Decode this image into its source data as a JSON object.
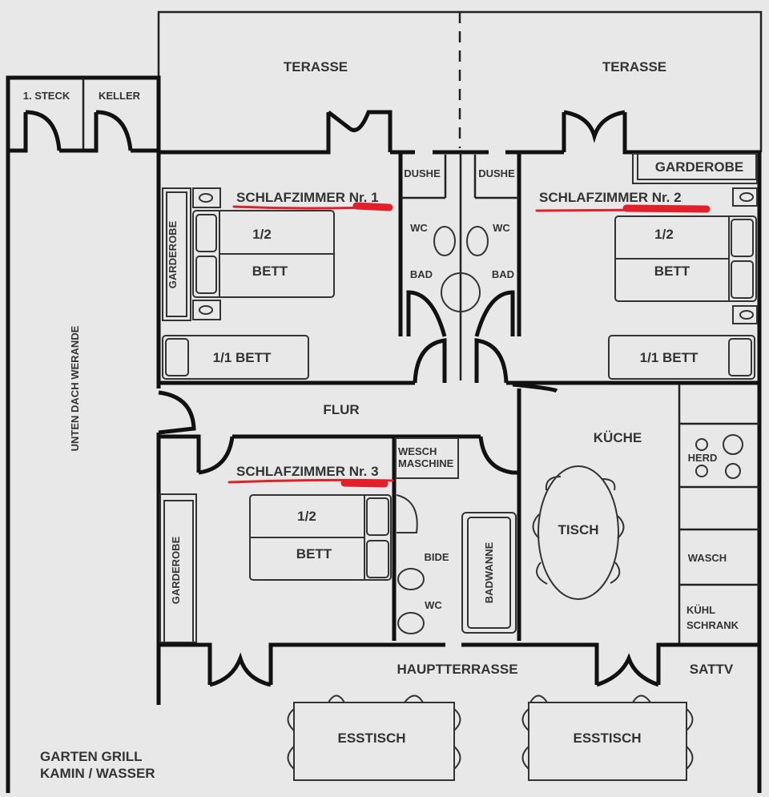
{
  "plan": {
    "terrace_left": "TERASSE",
    "terrace_right": "TERASSE",
    "first_floor": "1. STECK",
    "cellar": "KELLER",
    "veranda": "UNTEN DACH WERANDE",
    "bedroom1": {
      "title": "SCHLAFZIMMER Nr. 1",
      "wardrobe": "GARDEROBE",
      "bed_half": "1/2",
      "bed": "BETT",
      "single_bed": "1/1 BETT"
    },
    "bedroom2": {
      "title": "SCHLAFZIMMER Nr. 2",
      "wardrobe": "GARDEROBE",
      "bed_half": "1/2",
      "bed": "BETT",
      "single_bed": "1/1 BETT"
    },
    "bedroom3": {
      "title": "SCHLAFZIMMER Nr. 3",
      "wardrobe": "GARDEROBE",
      "bed_half": "1/2",
      "bed": "BETT"
    },
    "bath_left": {
      "shower": "DUSHE",
      "wc": "WC",
      "bath": "BAD"
    },
    "bath_right": {
      "shower": "DUSHE",
      "wc": "WC",
      "bath": "BAD"
    },
    "hallway": "FLUR",
    "bathroom3": {
      "washer_1": "WESCH",
      "washer_2": "MASCHINE",
      "bidet": "BIDE",
      "wc": "WC",
      "tub": "BADWANNE"
    },
    "kitchen": {
      "title": "KÜCHE",
      "table": "TISCH",
      "stove": "HERD",
      "sink": "WASCH",
      "fridge_1": "KÜHL",
      "fridge_2": "SCHRANK"
    },
    "main_terrace": "HAUPTTERRASSE",
    "sat_tv": "SATTV",
    "dining_left": "ESSTISCH",
    "dining_right": "ESSTISCH",
    "garden_1": "GARTEN GRILL",
    "garden_2": "KAMIN / WASSER"
  },
  "colors": {
    "wall": "#111111",
    "background": "#e8e8e8",
    "highlight": "#e0202a"
  }
}
